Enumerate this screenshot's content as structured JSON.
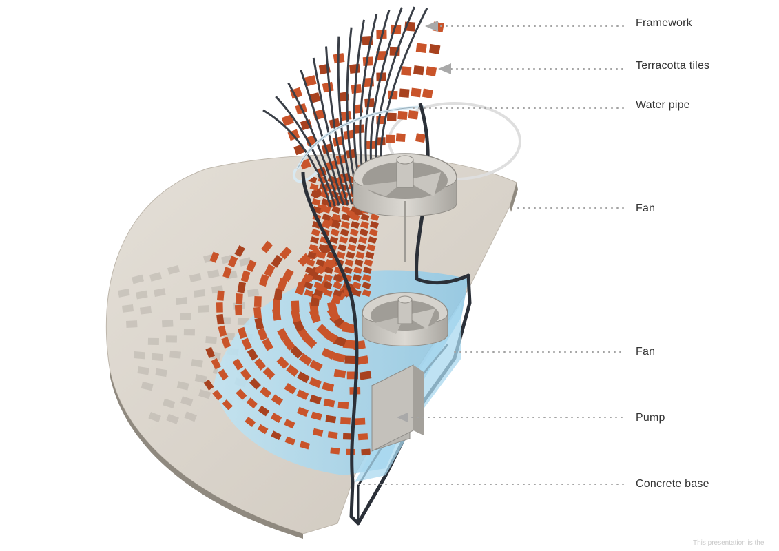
{
  "labels": [
    {
      "id": "framework",
      "text": "Framework"
    },
    {
      "id": "terracotta-tiles",
      "text": "Terracotta tiles"
    },
    {
      "id": "water-pipe",
      "text": "Water pipe"
    },
    {
      "id": "fan-upper",
      "text": "Fan"
    },
    {
      "id": "fan-lower",
      "text": "Fan"
    },
    {
      "id": "pump",
      "text": "Pump"
    },
    {
      "id": "concrete-base",
      "text": "Concrete base"
    }
  ],
  "footer": "This presentation is the",
  "colors": {
    "tile": "#c9542a",
    "tile_dark": "#a8421f",
    "framework": "#3a3f47",
    "water": "#a9d8ef",
    "base_top": "#d8d2c9",
    "base_edge": "#9b958c",
    "shadow": "#b9b4ac",
    "metal": "#c9c6c0",
    "leader": "#a0a0a0",
    "text": "#333333"
  }
}
